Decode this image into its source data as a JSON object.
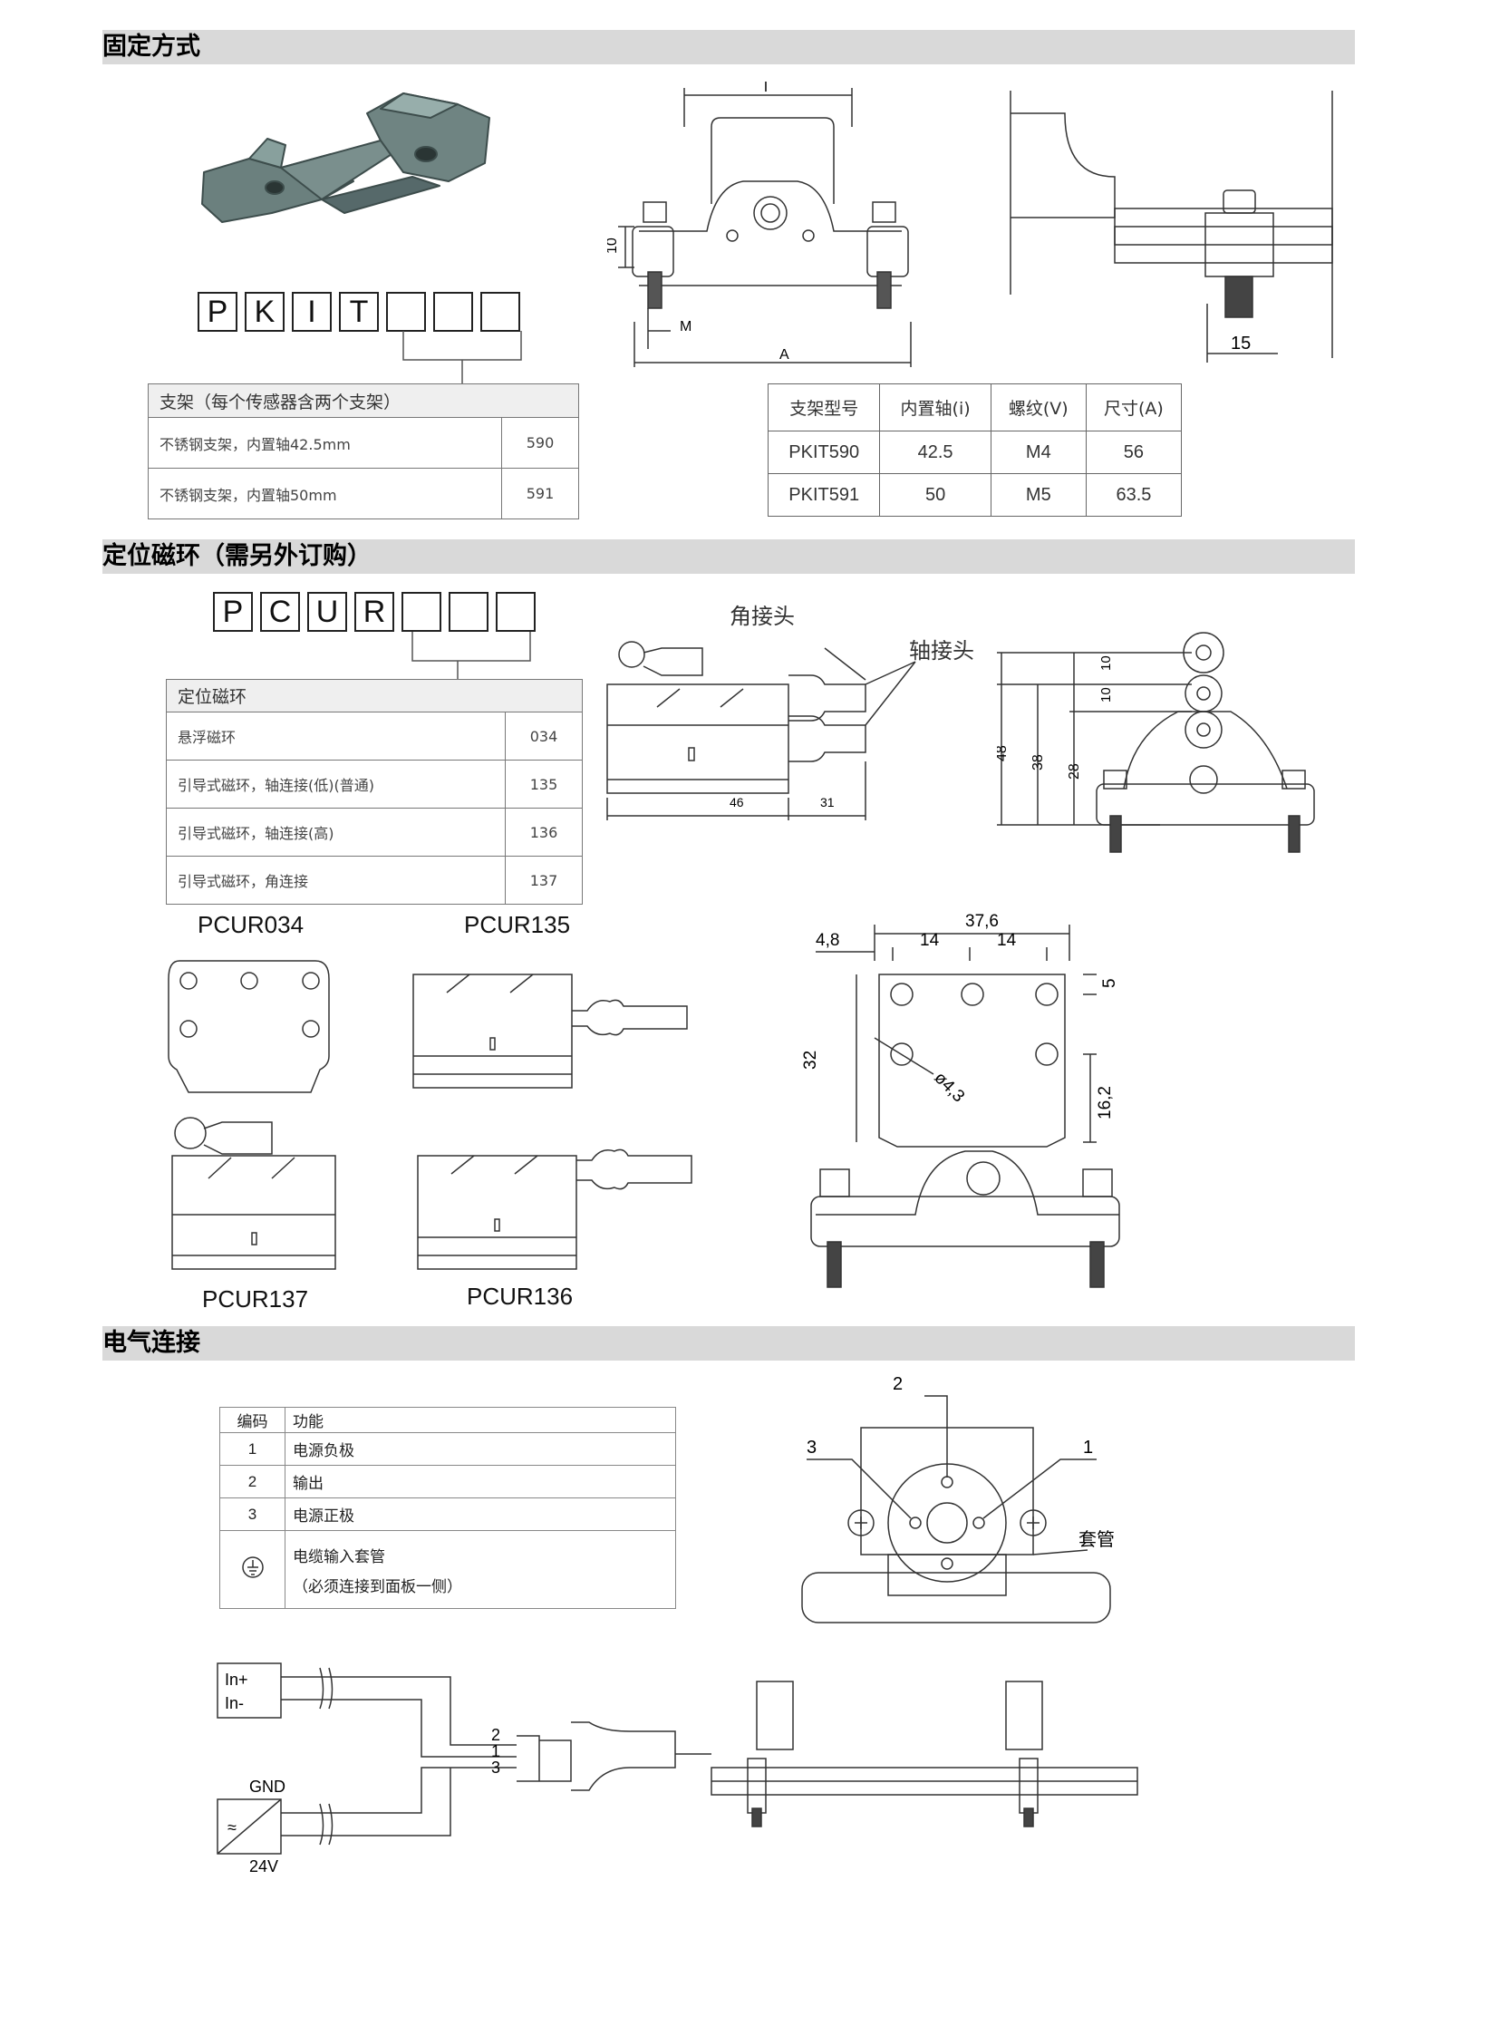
{
  "sections": {
    "mounting": "固定方式",
    "magnet": "定位磁环（需另外订购）",
    "electrical": "电气连接"
  },
  "pkit": {
    "code_letters": [
      "P",
      "K",
      "I",
      "T"
    ],
    "option_header": "支架（每个传感器含两个支架）",
    "options": [
      {
        "desc": "不锈钢支架，内置轴42.5mm",
        "code": "590"
      },
      {
        "desc": "不锈钢支架，内置轴50mm",
        "code": "591"
      }
    ]
  },
  "spec_table": {
    "headers": [
      "支架型号",
      "内置轴(i)",
      "螺纹(V)",
      "尺寸(A)"
    ],
    "rows": [
      [
        "PKIT590",
        "42.5",
        "M4",
        "56"
      ],
      [
        "PKIT591",
        "50",
        "M5",
        "63.5"
      ]
    ]
  },
  "bracket_drawing": {
    "dim_i": "I",
    "dim_10": "10",
    "dim_m": "M",
    "dim_a": "A",
    "dim_15": "15"
  },
  "pcur": {
    "code_letters": [
      "P",
      "C",
      "U",
      "R"
    ],
    "option_header": "定位磁环",
    "options": [
      {
        "desc": "悬浮磁环",
        "code": "034"
      },
      {
        "desc": "引导式磁环，轴连接(低)(普通)",
        "code": "135"
      },
      {
        "desc": "引导式磁环，轴连接(高)",
        "code": "136"
      },
      {
        "desc": "引导式磁环，角连接",
        "code": "137"
      }
    ]
  },
  "magnet_drawing": {
    "angle_joint": "角接头",
    "axis_joint": "轴接头",
    "dim_46": "46",
    "dim_31": "31",
    "dim_48": "48",
    "dim_38": "38",
    "dim_28": "28",
    "dim_10a": "10",
    "dim_10b": "10"
  },
  "plate_drawing": {
    "dim_376": "37,6",
    "dim_48": "4,8",
    "dim_14a": "14",
    "dim_14b": "14",
    "dim_5": "5",
    "dim_32": "32",
    "dim_hole": "ø4,3",
    "dim_162": "16,2"
  },
  "models": [
    "PCUR034",
    "PCUR135",
    "PCUR137",
    "PCUR136"
  ],
  "electrical_table": {
    "headers": [
      "编码",
      "功能"
    ],
    "rows": [
      {
        "code": "1",
        "func": "电源负极"
      },
      {
        "code": "2",
        "func": "输出"
      },
      {
        "code": "3",
        "func": "电源正极"
      }
    ],
    "last_func_line1": "电缆输入套管",
    "last_func_line2": "（必须连接到面板一侧）"
  },
  "connector": {
    "p1": "1",
    "p2": "2",
    "p3": "3",
    "sleeve": "套管"
  },
  "wiring": {
    "in_plus": "In+",
    "in_minus": "In-",
    "gnd": "GND",
    "v24": "24V",
    "n2": "2",
    "n1": "1",
    "n3": "3"
  },
  "colors": {
    "section_bar": "#d9d9d9",
    "bracket_green": "#5f7472"
  }
}
